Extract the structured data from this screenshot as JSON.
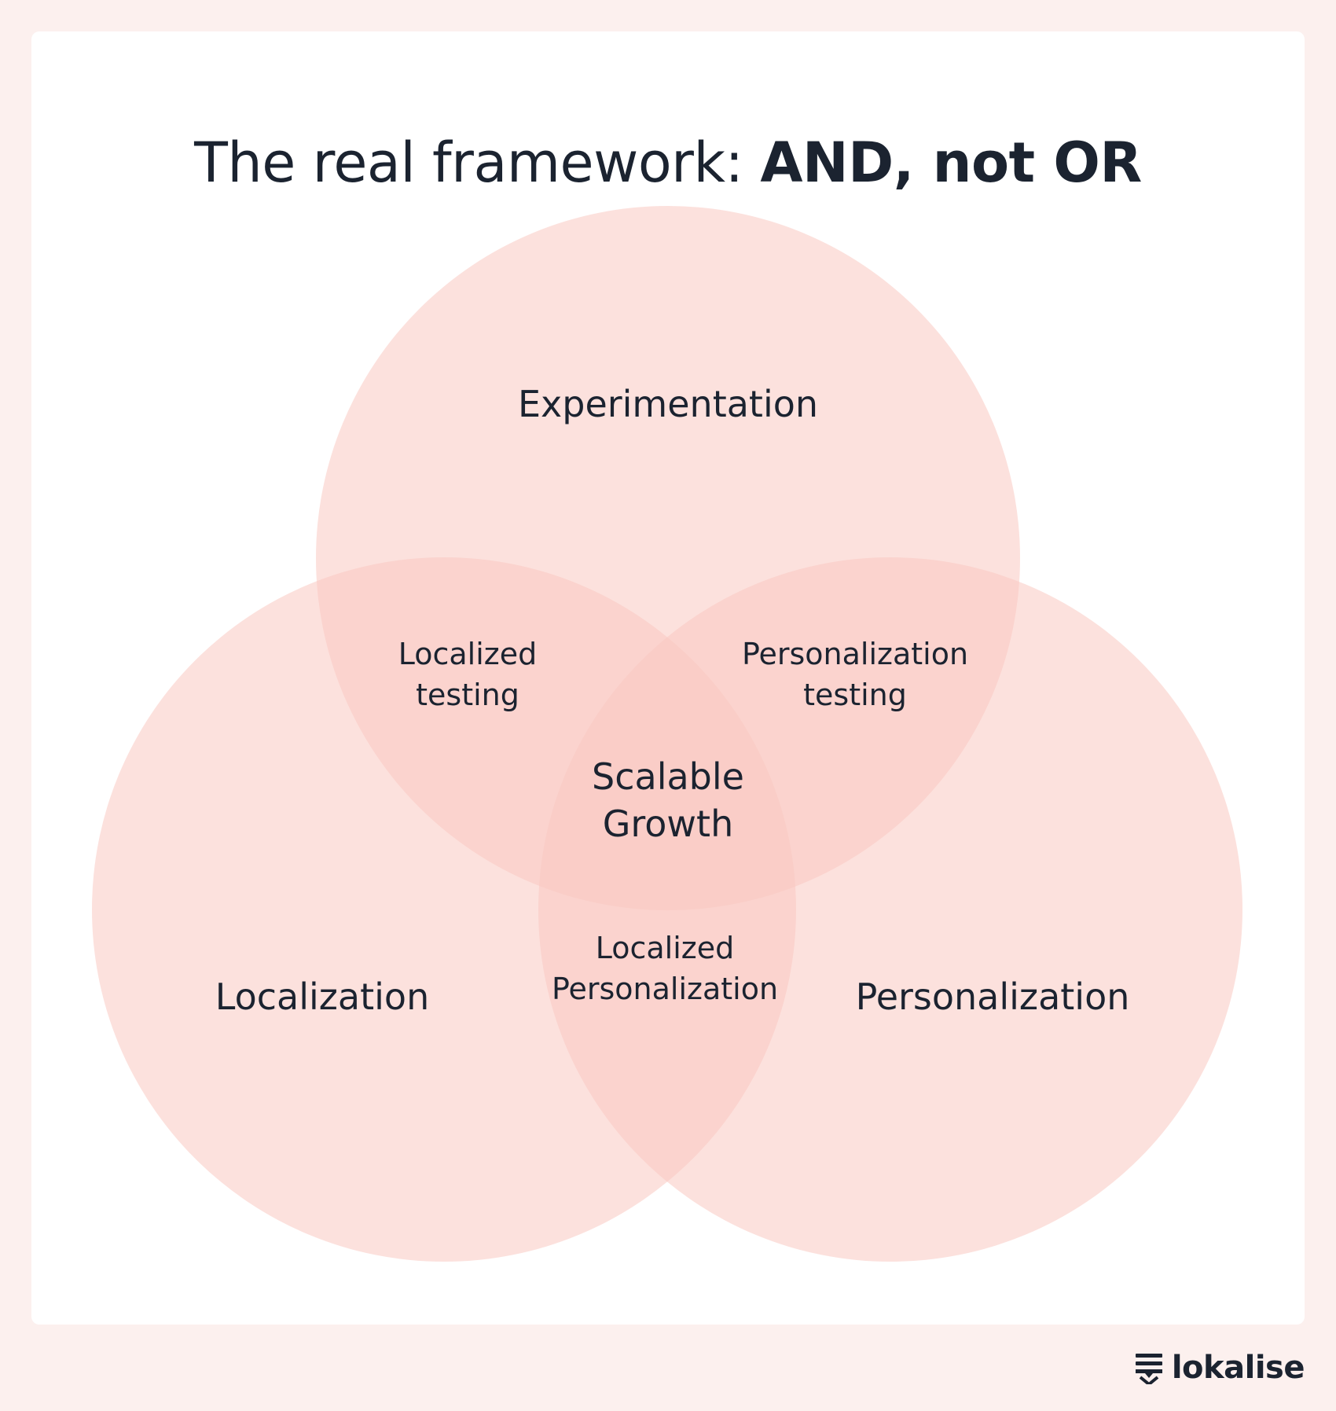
{
  "title": {
    "lead": "The real framework: ",
    "emphasis": "AND, not OR"
  },
  "diagram": {
    "sets": [
      {
        "name": "Experimentation"
      },
      {
        "name": "Localization"
      },
      {
        "name": "Personalization"
      }
    ],
    "overlaps": {
      "experimentation_localization": {
        "line1": "Localized",
        "line2": "testing"
      },
      "experimentation_personalization": {
        "line1": "Personalization",
        "line2": "testing"
      },
      "localization_personalization": {
        "line1": "Localized",
        "line2": "Personalization"
      },
      "all_three": {
        "line1": "Scalable",
        "line2": "Growth"
      }
    },
    "fill_color": "#fac8c1"
  },
  "brand": {
    "name": "lokalise",
    "icon": "lokalise-logo-icon"
  },
  "colors": {
    "background": "#fcf0ee",
    "card": "#ffffff",
    "text": "#1b2330"
  }
}
